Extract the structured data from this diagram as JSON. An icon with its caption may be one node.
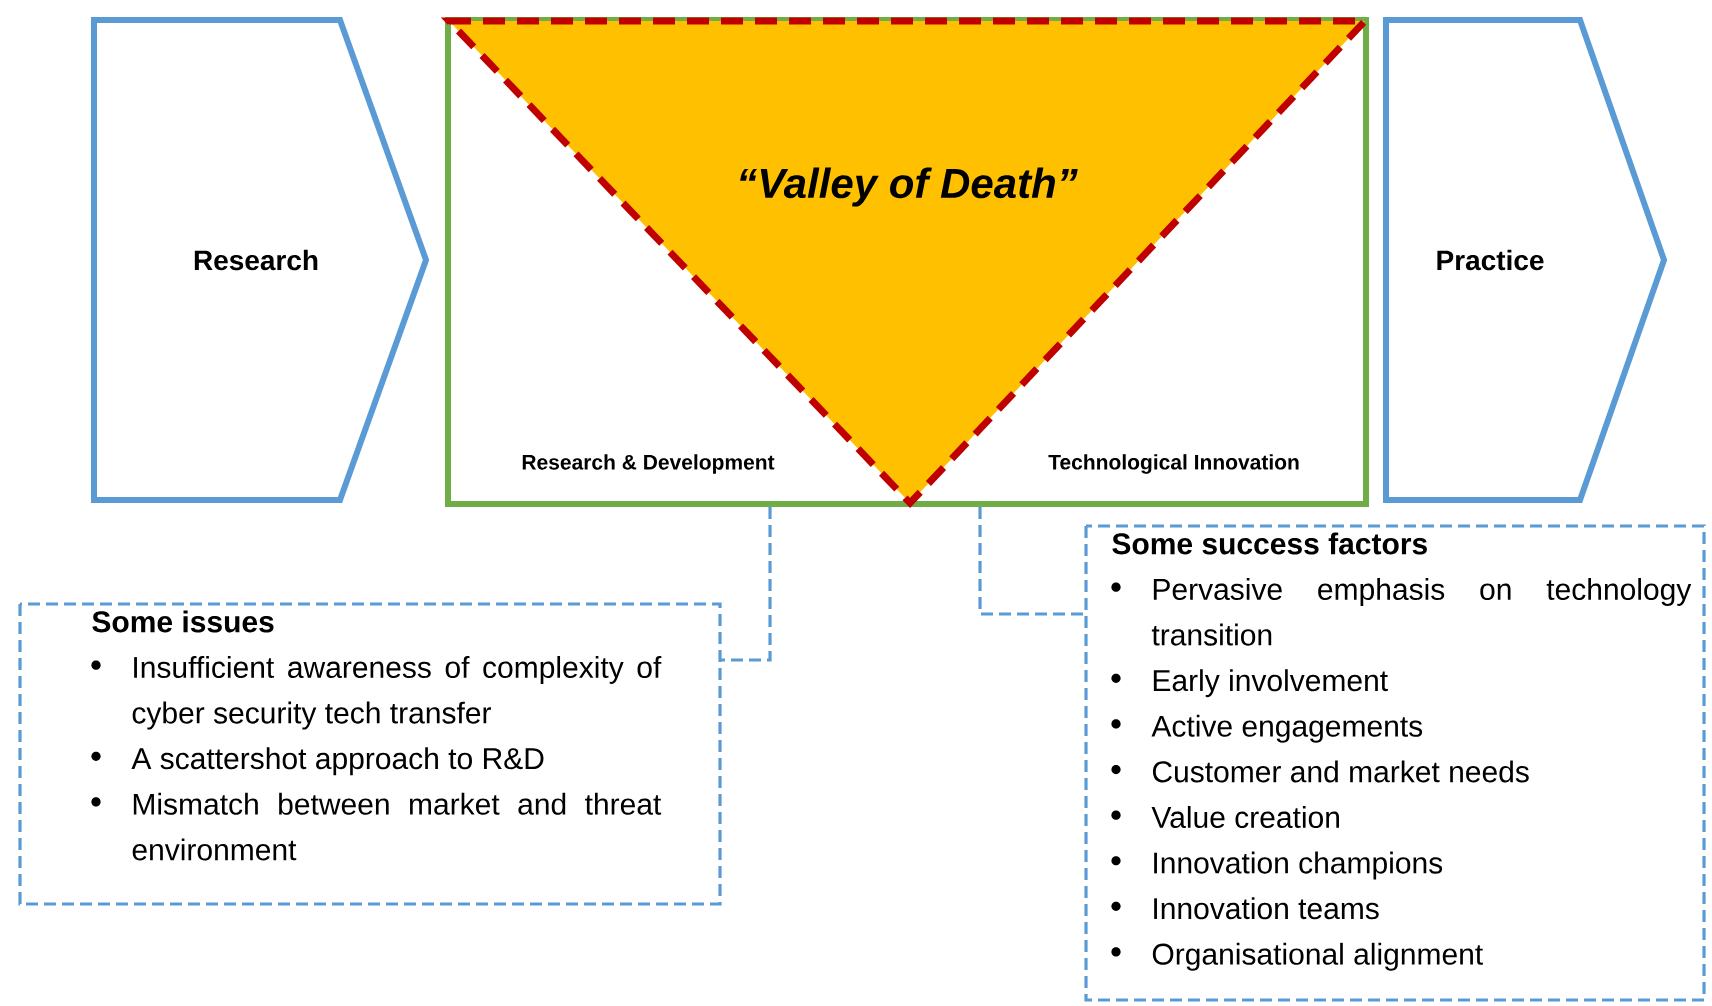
{
  "diagram": {
    "nodes": [
      {
        "text": [
          "Research"
        ]
      },
      {
        "text": [
          "Research & Development",
          "Technological Innovation"
        ]
      },
      {
        "text": [
          "“Valley of Death”"
        ],
        "in": 1
      },
      {
        "text": [
          "Practice"
        ]
      },
      {
        "text": [
          "Some issues",
          "Insufficient awareness of complexity of cyber security tech transfer",
          "A scattershot approach to R&D",
          "Mismatch between market and threat environment"
        ]
      },
      {
        "text": [
          "Some success factors",
          "Pervasive emphasis on technology transition",
          "Early involvement",
          "Active engagements",
          "Customer and market needs",
          "Value creation",
          "Innovation champions",
          "Innovation teams",
          "Organisational alignment"
        ]
      }
    ],
    "edges": [
      {
        "from": 1,
        "to": 4,
        "arrow": "none",
        "style": "dashed"
      },
      {
        "from": 1,
        "to": 5,
        "arrow": "none",
        "style": "dashed"
      }
    ]
  }
}
